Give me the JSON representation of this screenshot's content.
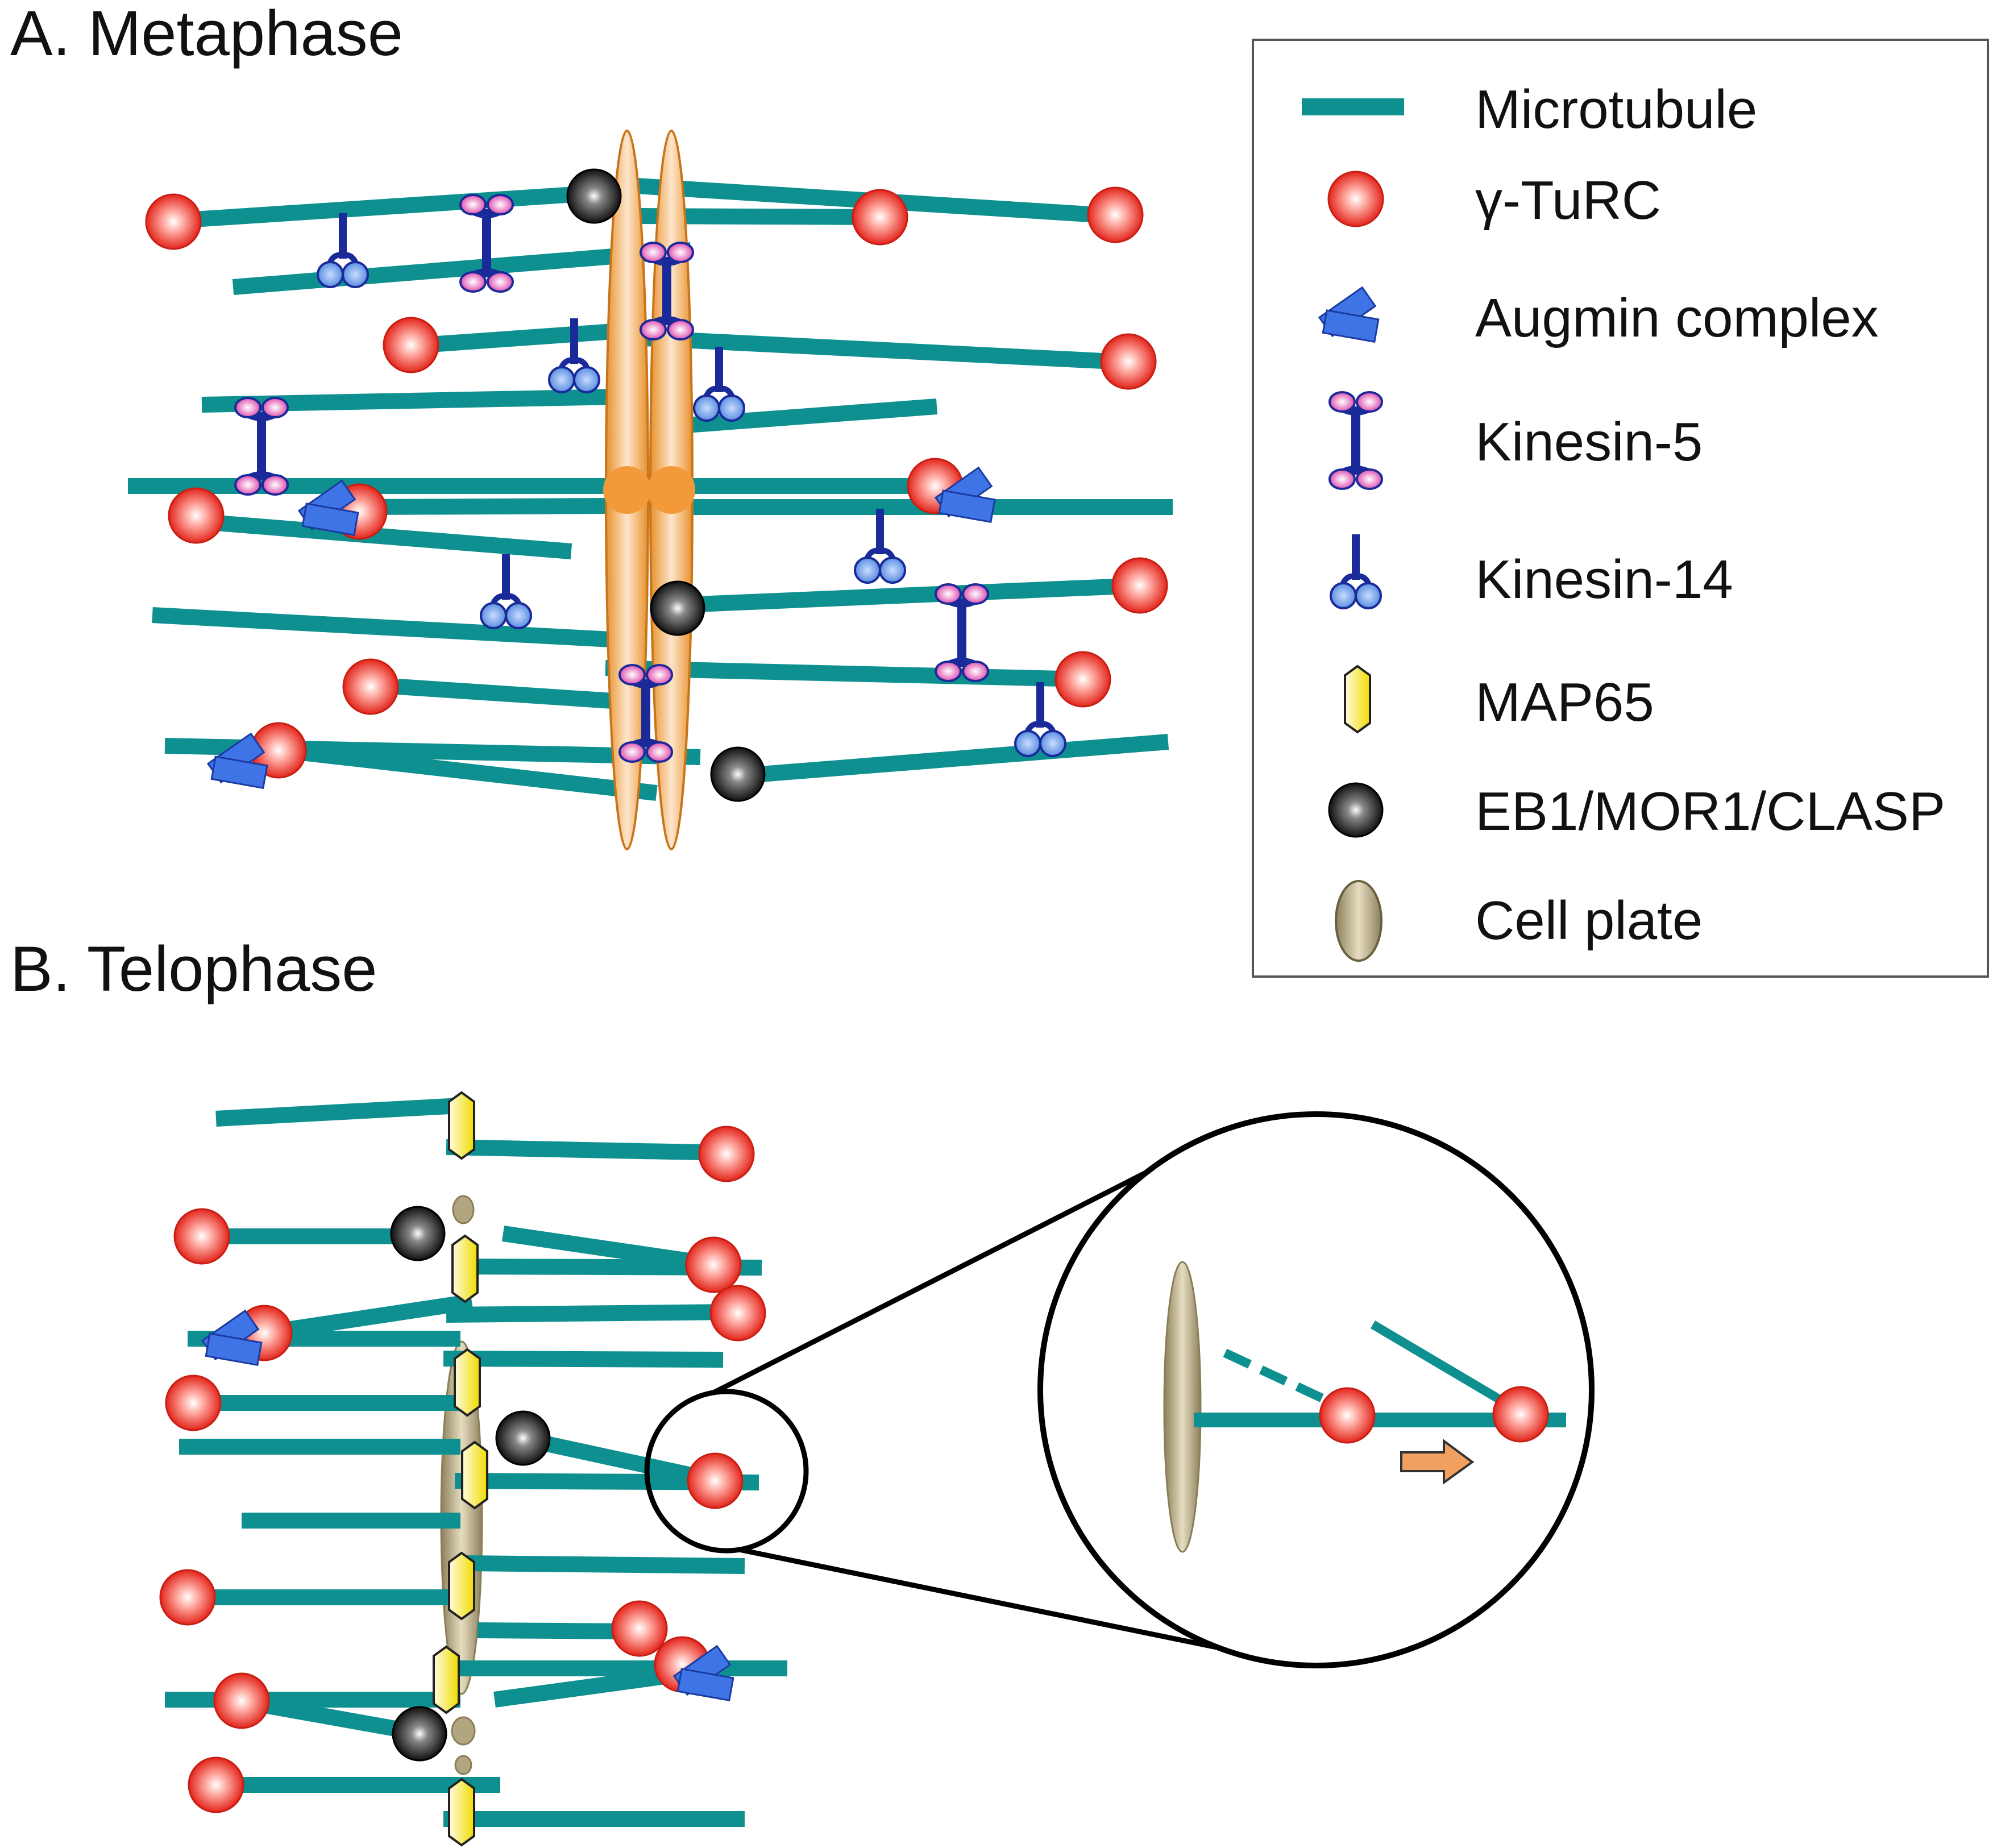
{
  "panels": {
    "a_title": "A. Metaphase",
    "b_title": "B. Telophase"
  },
  "legend": {
    "items": [
      {
        "label": "Microtubule",
        "icon": "microtubule-icon"
      },
      {
        "label": "γ-TuRC",
        "icon": "gamma-turc-icon"
      },
      {
        "label": "Augmin complex",
        "icon": "augmin-icon"
      },
      {
        "label": "Kinesin-5",
        "icon": "kinesin5-icon"
      },
      {
        "label": "Kinesin-14",
        "icon": "kinesin14-icon"
      },
      {
        "label": "MAP65",
        "icon": "map65-icon"
      },
      {
        "label": "EB1/MOR1/CLASP",
        "icon": "eb1-icon"
      },
      {
        "label": "Cell plate",
        "icon": "cell-plate-icon"
      }
    ]
  },
  "colors": {
    "microtubule": "#0e9090",
    "gamma_turc": "#e8332a",
    "augmin": "#3366dd",
    "kinesin": "#1a2a99",
    "kinesin_head": "#e870c0",
    "kinesin14_head": "#6fa0e0",
    "map65": "#f2e020",
    "eb1": "#111111",
    "cell_plate": "#9a8f6a",
    "chromosome": "#e8902a",
    "arrow": "#f2a060"
  }
}
